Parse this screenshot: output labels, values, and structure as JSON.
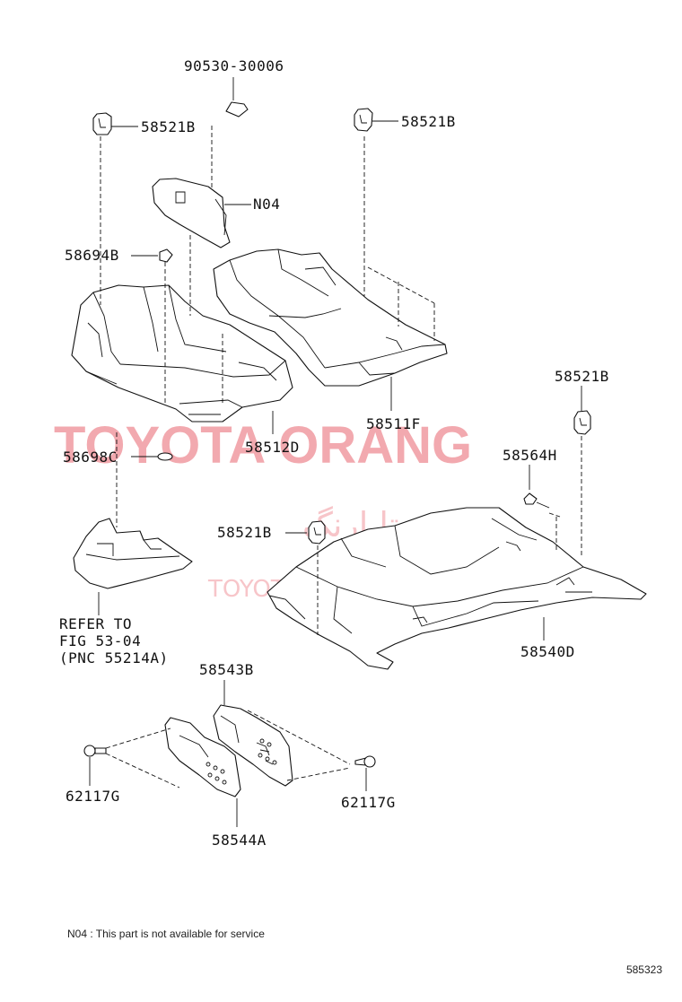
{
  "labels": {
    "p90530": "90530-30006",
    "p58521b_left": "58521B",
    "p58521b_top_right": "58521B",
    "pN04": "N04",
    "p58694b": "58694B",
    "p58511f": "58511F",
    "p58512d": "58512D",
    "p58698c": "58698C",
    "p58521b_right": "58521B",
    "p58564h": "58564H",
    "p58521b_center": "58521B",
    "p58540d": "58540D",
    "p58543b": "58543B",
    "p62117g_left": "62117G",
    "p62117g_right": "62117G",
    "p58544a": "58544A"
  },
  "refer": {
    "line1": "REFER TO",
    "line2": "FIG 53-04",
    "line3": "(PNC 55214A)"
  },
  "note": "N04 : This part is not available for service",
  "figure_number": "585323",
  "watermark": {
    "brand": "TOYOTA ORANG",
    "persian": "تویوتا ارنگ",
    "site": "TOYOTAPART.IR",
    "color": "#e8646e"
  }
}
